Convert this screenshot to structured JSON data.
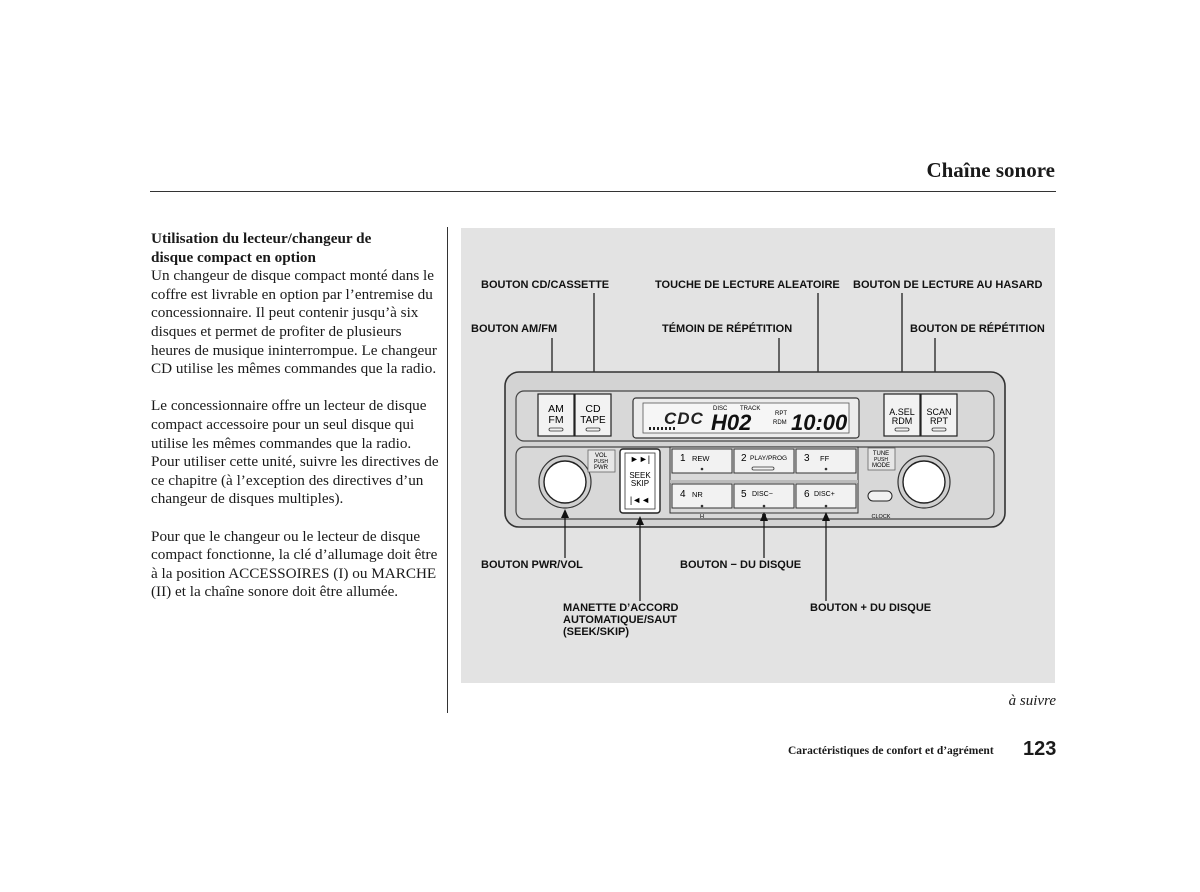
{
  "header": {
    "title": "Chaîne sonore"
  },
  "section": {
    "heading_line1": "Utilisation du lecteur/changeur de",
    "heading_line2": "disque compact en option",
    "paragraphs": [
      "Un changeur de disque compact monté dans le coffre est livrable en option par l’entremise du concessionnaire. Il peut contenir jusqu’à six disques et permet de profiter de plusieurs heures de musique ininterrompue. Le changeur CD utilise les mêmes commandes que la radio.",
      "Le concessionnaire offre un lecteur de disque compact accessoire pour un seul disque qui utilise les mêmes commandes que la radio. Pour utiliser cette unité, suivre les directives de ce chapitre (à l’exception des directives d’un changeur de disques multiples).",
      "Pour que le changeur ou le lecteur de disque compact fonctionne, la clé d’allumage doit être à la position ACCESSOIRES (I) ou MARCHE (II) et la chaîne sonore doit être allumée."
    ]
  },
  "figure": {
    "callouts": {
      "cd_cassette": "BOUTON CD/CASSETTE",
      "am_fm": "BOUTON AM/FM",
      "random_touch": "TOUCHE DE LECTURE ALEATOIRE",
      "repeat_indicator": "TÉMOIN DE RÉPÉTITION",
      "random_button": "BOUTON DE LECTURE AU HASARD",
      "repeat_button": "BOUTON DE RÉPÉTITION",
      "pwr_vol": "BOUTON PWR/VOL",
      "disc_minus": "BOUTON − DU DISQUE",
      "disc_plus": "BOUTON + DU DISQUE",
      "seek_line1": "MANETTE D’ACCORD",
      "seek_line2": "AUTOMATIQUE/SAUT",
      "seek_line3": "(SEEK/SKIP)"
    },
    "radio": {
      "am": "AM",
      "fm": "FM",
      "cd": "CD",
      "tape": "TAPE",
      "display_mode": "CDC",
      "display_disc": "DISC",
      "display_track": "TRACK",
      "display_rpt": "RPT",
      "display_rdm": "RDM",
      "display_track_value": "02",
      "display_time": "10:00",
      "a_sel": "A.SEL",
      "rdm": "RDM",
      "scan": "SCAN",
      "rpt": "RPT",
      "vol": "VOL",
      "push": "PUSH",
      "pwr": "PWR",
      "seek": "SEEK",
      "skip": "SKIP",
      "tune": "TUNE",
      "tune_push": "PUSH",
      "mode": "MODE",
      "clock": "CLOCK",
      "h": "H",
      "m": "M",
      "presets": [
        {
          "num": "1",
          "label": "REW"
        },
        {
          "num": "2",
          "label": "PLAY/PROG"
        },
        {
          "num": "3",
          "label": "FF"
        },
        {
          "num": "4",
          "label": "NR"
        },
        {
          "num": "5",
          "label": "DISC−"
        },
        {
          "num": "6",
          "label": "DISC+"
        }
      ]
    }
  },
  "continued": "à suivre",
  "footer": {
    "section": "Caractéristiques de confort et d’agrément",
    "page_number": "123"
  }
}
